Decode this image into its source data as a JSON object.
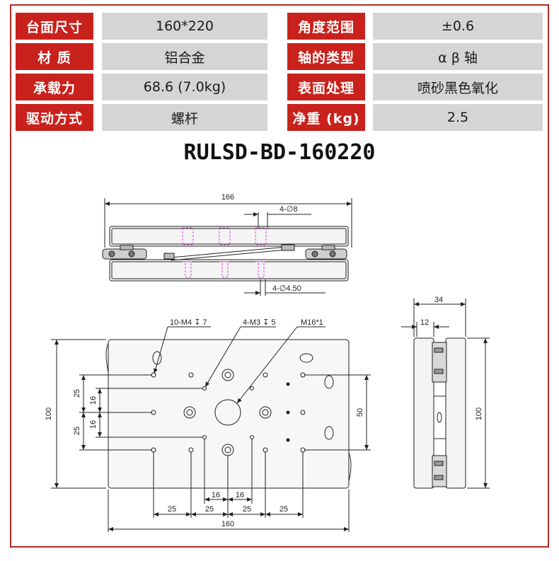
{
  "specs": [
    {
      "label": "台面尺寸",
      "value": "160*220"
    },
    {
      "label": "角度范围",
      "value": "±0.6"
    },
    {
      "label": "材 质",
      "value": "铝合金"
    },
    {
      "label": "轴的类型",
      "value": "α β 轴"
    },
    {
      "label": "承载力",
      "value": "68.6 (7.0kg)"
    },
    {
      "label": "表面处理",
      "value": "喷砂黑色氧化"
    },
    {
      "label": "驱动方式",
      "value": "螺杆"
    },
    {
      "label": "净重 (kg)",
      "value": "2.5"
    }
  ],
  "model": "RULSD-BD-160220",
  "drawing": {
    "dim_top_width": "166",
    "dim_hole_top": "4-∅8",
    "dim_hole_bottom": "4-∅4.50",
    "dim_side_34": "34",
    "dim_side_12": "12",
    "dim_side_100": "100",
    "callout_m4": "10-M4 ↧ 7",
    "callout_m3": "4-M3 ↧ 5",
    "callout_m16": "M16*1",
    "dim_left_100": "100",
    "dim_25a": "25",
    "dim_16a": "16",
    "dim_16b": "16",
    "dim_25b": "25",
    "dim_50": "50",
    "dim_b16a": "16",
    "dim_b16b": "16",
    "dim_b25a": "25",
    "dim_b25b": "25",
    "dim_b25c": "25",
    "dim_b25d": "25",
    "dim_bottom_160": "160"
  },
  "colors": {
    "accent": "#c9211c",
    "value_bg": "#d5d5d5",
    "border": "#b72a25",
    "magenta": "#e040e0"
  }
}
